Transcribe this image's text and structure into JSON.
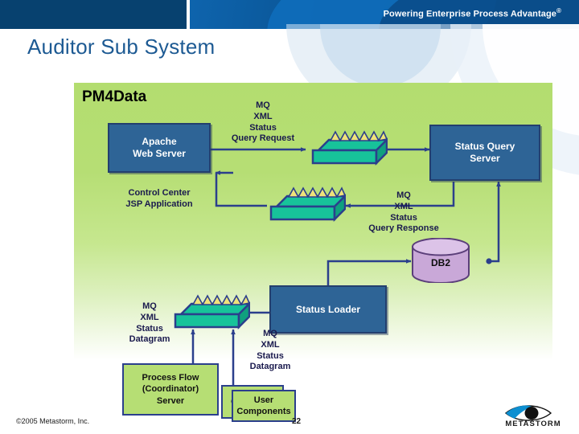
{
  "banner": {
    "tagline": "Powering Enterprise Process Advantage",
    "registered_mark": "®",
    "dark_blue": "#07416f",
    "mid_blue": "#0e64ad"
  },
  "title": "Auditor Sub System",
  "panel": {
    "heading": "PM4Data",
    "bg_top": "#b3dd6f",
    "bg_bottom": "#ffffff"
  },
  "nodes": {
    "apache": "Apache\nWeb Server",
    "control_center": "Control Center\nJSP Application",
    "status_query_server": "Status Query\nServer",
    "status_loader": "Status Loader",
    "process_flow": "Process Flow\n(Coordinator)\nServer",
    "user_components": "User\nComponents",
    "custom_components": "C",
    "db2": "DB2"
  },
  "flow_labels": {
    "query_request": "MQ\nXML\nStatus\nQuery Request",
    "query_response": "MQ\nXML\nStatus\nQuery Response",
    "datagram_left": "MQ\nXML\nStatus\nDatagram",
    "datagram_right": "MQ\nXML\nStatus\nDatagram"
  },
  "colors": {
    "process_box_fill": "#2e6496",
    "process_box_border": "#233f6e",
    "green_box_fill": "#b6de74",
    "green_box_border": "#2b3f8c",
    "queue_body": "#17c39a",
    "queue_message": "#efe27a",
    "queue_outline": "#2b3f8c",
    "db2_fill": "#c9a8d8",
    "db2_outline": "#5b3f7a",
    "connector": "#2b3f8c",
    "title_color": "#1d5a93"
  },
  "footer": {
    "copyright": "©2005 Metastorm, Inc.",
    "page_number": "22",
    "logo_word": "METASTORM"
  }
}
